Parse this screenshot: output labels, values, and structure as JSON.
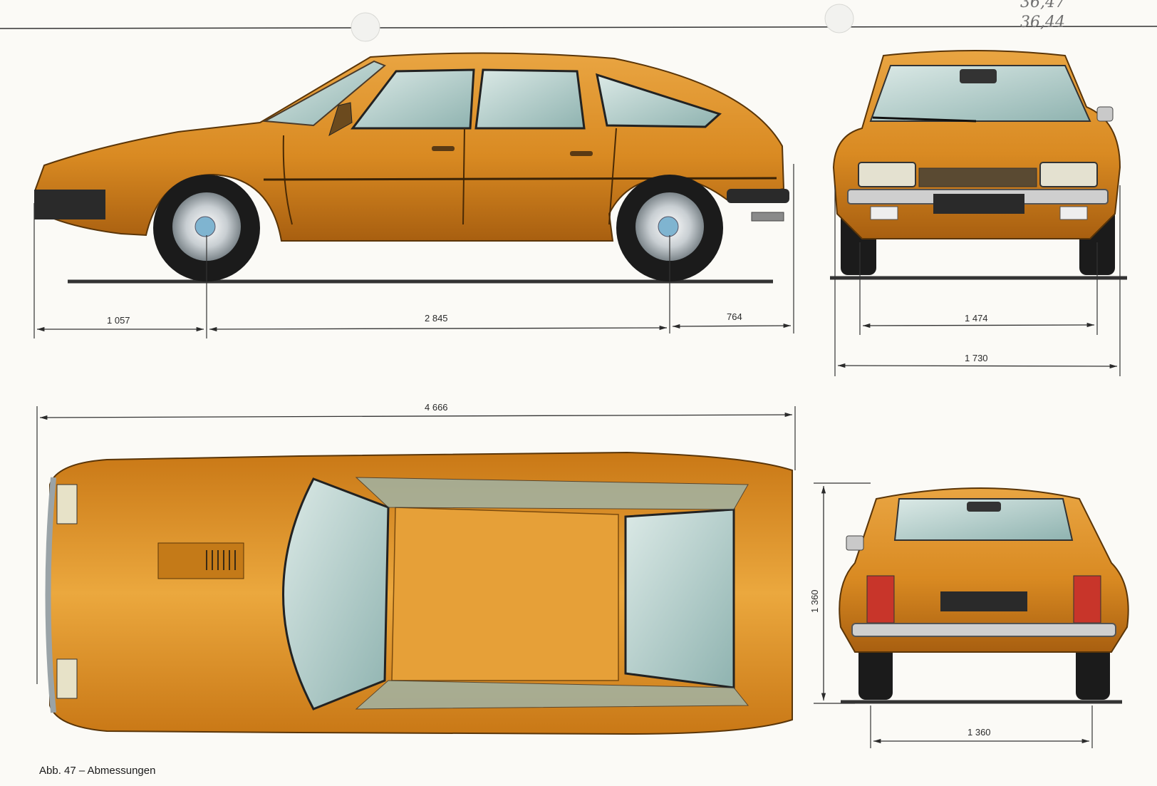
{
  "handwritten_note": [
    "36,47",
    "36,44"
  ],
  "caption": "Abb. 47 – Abmessungen",
  "dimensions": {
    "side_front_overhang": "1 057",
    "side_wheelbase": "2 845",
    "side_rear_overhang": "764",
    "front_track": "1 474",
    "front_width": "1 730",
    "top_length": "4 666",
    "rear_height": "1 360",
    "rear_track": "1 360"
  },
  "colors": {
    "body": "#d98a22",
    "body_dark": "#a85f10",
    "glass": "#b9d4d2",
    "tyre": "#1b1b1b",
    "line": "#2b2b2b"
  }
}
